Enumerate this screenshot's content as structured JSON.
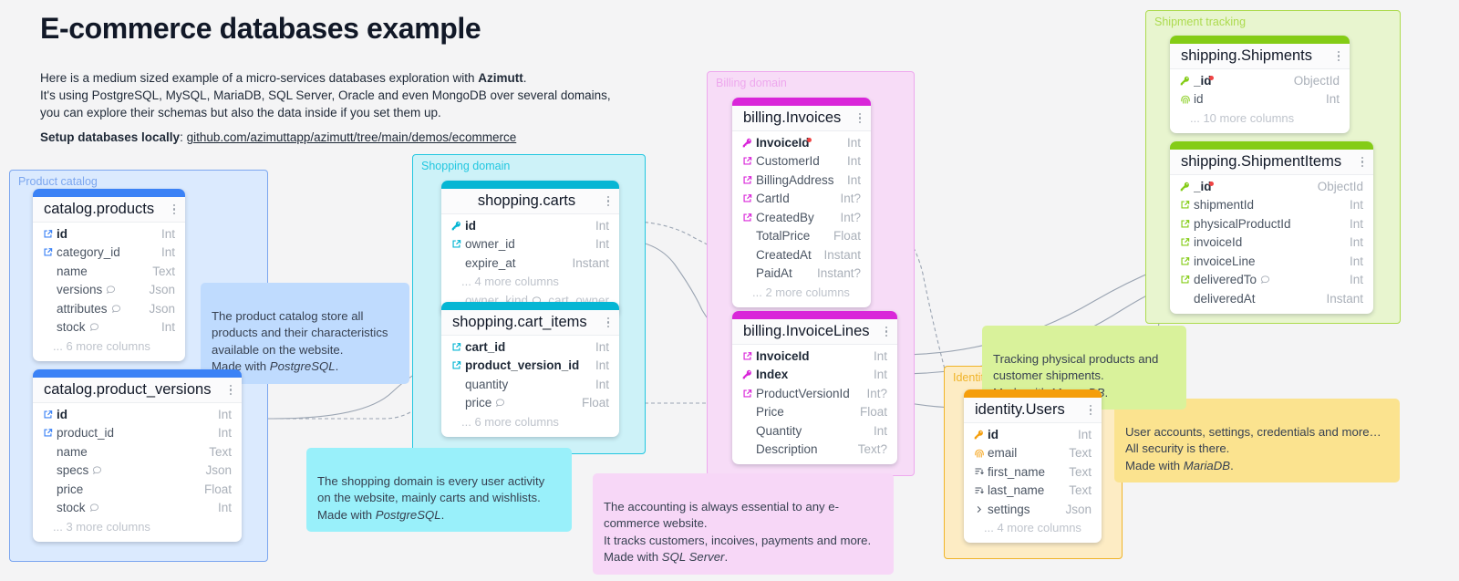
{
  "header": {
    "title": "E-commerce databases example",
    "intro_line_1_pre": "Here is a medium sized example of a micro-services databases exploration with ",
    "intro_line_1_strong": "Azimutt",
    "intro_line_1_post": ".",
    "intro_line_2": "It's using PostgreSQL, MySQL, MariaDB, SQL Server, Oracle and even MongoDB over several domains,",
    "intro_line_3": "you can explore their schemas but also the data inside if you set them up.",
    "setup_label": "Setup databases locally",
    "setup_separator": ": ",
    "setup_link": "github.com/azimuttapp/azimutt/tree/main/demos/ecommerce"
  },
  "colors": {
    "catalog_accent": "#3b82f6",
    "catalog_group_border": "#7ba6ef",
    "catalog_group_fill": "#dbeafe",
    "shopping_accent": "#06b6d4",
    "shopping_group_border": "#22c7e0",
    "shopping_group_fill": "#cdf2f8",
    "billing_accent": "#d926d9",
    "billing_group_border": "#eea8ee",
    "billing_group_fill": "#f7dcf7",
    "identity_accent": "#f59e0b",
    "identity_group_border": "#f0b429",
    "identity_group_fill": "#fdecc4",
    "shipping_accent": "#84cc16",
    "shipping_group_border": "#addb4f",
    "shipping_group_fill": "#e8f5cf",
    "relation_line": "#9aa4b2",
    "required_dot": "#ef4444"
  },
  "groups": {
    "catalog": {
      "label": "Product catalog"
    },
    "shopping": {
      "label": "Shopping domain"
    },
    "billing": {
      "label": "Billing domain"
    },
    "identity": {
      "label": "Identity"
    },
    "shipping": {
      "label": "Shipment tracking"
    }
  },
  "tables": {
    "catalog_products": {
      "name": "catalog.products",
      "columns": [
        {
          "icon": "foreign-key-icon",
          "name": "id",
          "type": "Int",
          "bold": true,
          "comment": false
        },
        {
          "icon": "foreign-key-icon",
          "name": "category_id",
          "type": "Int",
          "bold": false,
          "comment": false
        },
        {
          "icon": "none",
          "name": "name",
          "type": "Text",
          "bold": false,
          "comment": false
        },
        {
          "icon": "none",
          "name": "versions",
          "type": "Json",
          "bold": false,
          "comment": true
        },
        {
          "icon": "none",
          "name": "attributes",
          "type": "Json",
          "bold": false,
          "comment": true
        },
        {
          "icon": "none",
          "name": "stock",
          "type": "Int",
          "bold": false,
          "comment": true
        }
      ],
      "more": "... 6 more columns"
    },
    "catalog_product_versions": {
      "name": "catalog.product_versions",
      "columns": [
        {
          "icon": "foreign-key-icon",
          "name": "id",
          "type": "Int",
          "bold": true,
          "comment": false
        },
        {
          "icon": "foreign-key-icon",
          "name": "product_id",
          "type": "Int",
          "bold": false,
          "comment": false
        },
        {
          "icon": "none",
          "name": "name",
          "type": "Text",
          "bold": false,
          "comment": false
        },
        {
          "icon": "none",
          "name": "specs",
          "type": "Json",
          "bold": false,
          "comment": true
        },
        {
          "icon": "none",
          "name": "price",
          "type": "Float",
          "bold": false,
          "comment": false
        },
        {
          "icon": "none",
          "name": "stock",
          "type": "Int",
          "bold": false,
          "comment": true
        }
      ],
      "more": "... 3 more columns"
    },
    "shopping_carts": {
      "name": "shopping.carts",
      "columns": [
        {
          "icon": "primary-key-icon",
          "name": "id",
          "type": "Int",
          "bold": true,
          "comment": false
        },
        {
          "icon": "foreign-key-icon",
          "name": "owner_id",
          "type": "Int",
          "bold": false,
          "comment": false
        },
        {
          "icon": "none",
          "name": "expire_at",
          "type": "Instant",
          "bold": false,
          "comment": false
        }
      ],
      "more": "... 4 more columns",
      "extra_column": {
        "name": "owner_kind",
        "type": "cart_owner",
        "comment": true
      }
    },
    "shopping_cart_items": {
      "name": "shopping.cart_items",
      "columns": [
        {
          "icon": "foreign-key-icon",
          "name": "cart_id",
          "type": "Int",
          "bold": true,
          "comment": false
        },
        {
          "icon": "foreign-key-icon",
          "name": "product_version_id",
          "type": "Int",
          "bold": true,
          "comment": false
        },
        {
          "icon": "none",
          "name": "quantity",
          "type": "Int",
          "bold": false,
          "comment": false
        },
        {
          "icon": "none",
          "name": "price",
          "type": "Float",
          "bold": false,
          "comment": true
        }
      ],
      "more": "... 6 more columns"
    },
    "billing_invoices": {
      "name": "billing.Invoices",
      "columns": [
        {
          "icon": "primary-key-icon",
          "name": "InvoiceId",
          "type": "Int",
          "bold": true,
          "comment": false,
          "required": true
        },
        {
          "icon": "foreign-key-icon",
          "name": "CustomerId",
          "type": "Int",
          "bold": false,
          "comment": false
        },
        {
          "icon": "foreign-key-icon",
          "name": "BillingAddress",
          "type": "Int",
          "bold": false,
          "comment": false
        },
        {
          "icon": "foreign-key-icon",
          "name": "CartId",
          "type": "Int?",
          "bold": false,
          "comment": false
        },
        {
          "icon": "foreign-key-icon",
          "name": "CreatedBy",
          "type": "Int?",
          "bold": false,
          "comment": false
        },
        {
          "icon": "none",
          "name": "TotalPrice",
          "type": "Float",
          "bold": false,
          "comment": false
        },
        {
          "icon": "none",
          "name": "CreatedAt",
          "type": "Instant",
          "bold": false,
          "comment": false
        },
        {
          "icon": "none",
          "name": "PaidAt",
          "type": "Instant?",
          "bold": false,
          "comment": false
        }
      ],
      "more": "... 2 more columns"
    },
    "billing_invoice_lines": {
      "name": "billing.InvoiceLines",
      "columns": [
        {
          "icon": "foreign-key-icon",
          "name": "InvoiceId",
          "type": "Int",
          "bold": true,
          "comment": false
        },
        {
          "icon": "primary-key-icon",
          "name": "Index",
          "type": "Int",
          "bold": true,
          "comment": false
        },
        {
          "icon": "foreign-key-icon",
          "name": "ProductVersionId",
          "type": "Int?",
          "bold": false,
          "comment": false
        },
        {
          "icon": "none",
          "name": "Price",
          "type": "Float",
          "bold": false,
          "comment": false
        },
        {
          "icon": "none",
          "name": "Quantity",
          "type": "Int",
          "bold": false,
          "comment": false
        },
        {
          "icon": "none",
          "name": "Description",
          "type": "Text?",
          "bold": false,
          "comment": false
        }
      ],
      "more": ""
    },
    "identity_users": {
      "name": "identity.Users",
      "columns": [
        {
          "icon": "primary-key-icon",
          "name": "id",
          "type": "Int",
          "bold": true,
          "comment": false
        },
        {
          "icon": "unique-index-icon",
          "name": "email",
          "type": "Text",
          "bold": false,
          "comment": false
        },
        {
          "icon": "index-icon",
          "name": "first_name",
          "type": "Text",
          "bold": false,
          "comment": false
        },
        {
          "icon": "index-icon",
          "name": "last_name",
          "type": "Text",
          "bold": false,
          "comment": false
        },
        {
          "icon": "nested-icon",
          "name": "settings",
          "type": "Json",
          "bold": false,
          "comment": false
        }
      ],
      "more": "... 4 more columns"
    },
    "shipping_shipments": {
      "name": "shipping.Shipments",
      "columns": [
        {
          "icon": "primary-key-icon",
          "name": "_id",
          "type": "ObjectId",
          "bold": true,
          "comment": false,
          "required": true
        },
        {
          "icon": "unique-index-icon",
          "name": "id",
          "type": "Int",
          "bold": false,
          "comment": false
        }
      ],
      "more": "... 10 more columns"
    },
    "shipping_shipment_items": {
      "name": "shipping.ShipmentItems",
      "columns": [
        {
          "icon": "primary-key-icon",
          "name": "_id",
          "type": "ObjectId",
          "bold": true,
          "comment": false,
          "required": true
        },
        {
          "icon": "foreign-key-icon",
          "name": "shipmentId",
          "type": "Int",
          "bold": false,
          "comment": false
        },
        {
          "icon": "foreign-key-green-icon",
          "name": "physicalProductId",
          "type": "Int",
          "bold": false,
          "comment": false
        },
        {
          "icon": "foreign-key-icon",
          "name": "invoiceId",
          "type": "Int",
          "bold": false,
          "comment": false
        },
        {
          "icon": "foreign-key-icon",
          "name": "invoiceLine",
          "type": "Int",
          "bold": false,
          "comment": false
        },
        {
          "icon": "foreign-key-icon",
          "name": "deliveredTo",
          "type": "Int",
          "bold": false,
          "comment": true
        },
        {
          "icon": "none",
          "name": "deliveredAt",
          "type": "Instant",
          "bold": false,
          "comment": false
        }
      ],
      "more": ""
    }
  },
  "notes": {
    "catalog": {
      "text_plain": "The product catalog store all\nproducts and their characteristics\navailable on the website.\nMade with ",
      "tech": "PostgreSQL",
      "suffix": "."
    },
    "shopping": {
      "text_plain": "The shopping domain is every user activity\non the website, mainly carts and wishlists.\nMade with ",
      "tech": "PostgreSQL",
      "suffix": "."
    },
    "billing": {
      "text_plain": "The accounting is always essential to any e-\ncommerce website.\nIt tracks customers, incoives, payments and more.\nMade with ",
      "tech": "SQL Server",
      "suffix": "."
    },
    "identity": {
      "text_plain": "User accounts, settings, credentials and more…\nAll security is there.\nMade with ",
      "tech": "MariaDB",
      "suffix": "."
    },
    "shipping": {
      "text_plain": "Tracking physical products and\ncustomer shipments.\nMade with ",
      "tech": "MongoDB",
      "suffix": "."
    }
  }
}
